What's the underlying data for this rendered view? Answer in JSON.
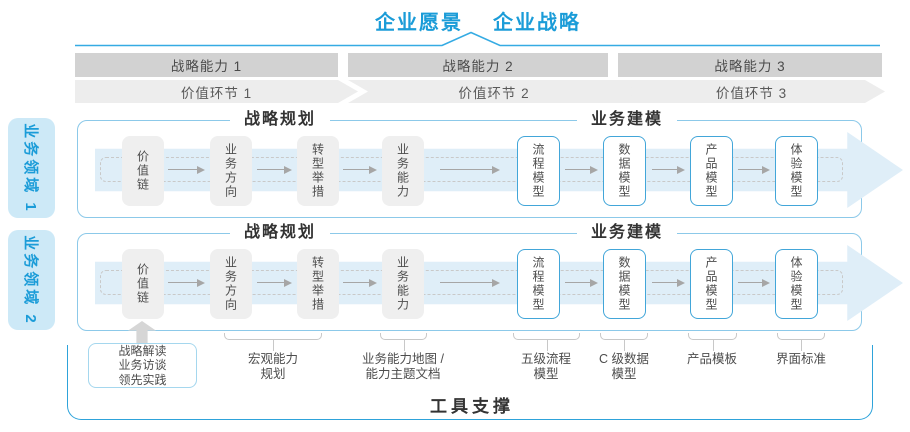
{
  "colors": {
    "accent_blue": "#1b9cd8",
    "lane_border_blue": "#8cc9e9",
    "tool_border_blue": "#2ea3da",
    "domain_label_fill": "#cde9f7",
    "big_arrow_fill": "#dfeef8",
    "capability_bar_gray": "#d2d2d2",
    "value_band_gray": "#ededed",
    "box_gray": "#efefef",
    "blue_box_border": "#42a6d9",
    "text_dark": "#333333",
    "text_gray": "#4d4d4d"
  },
  "header": {
    "vision": "企业愿景",
    "strategy": "企业战略"
  },
  "capability_bars": [
    "战略能力 1",
    "战略能力 2",
    "战略能力 3"
  ],
  "value_links": [
    "价值环节 1",
    "价值环节 2",
    "价值环节 3"
  ],
  "domains": [
    {
      "label": "业务领域 1",
      "planning_title": "战略规划",
      "modeling_title": "业务建模",
      "planning_boxes": [
        "价值链",
        "业务方向",
        "转型举措",
        "业务能力"
      ],
      "modeling_boxes": [
        "流程模型",
        "数据模型",
        "产品模型",
        "体验模型"
      ]
    },
    {
      "label": "业务领域 2",
      "planning_title": "战略规划",
      "modeling_title": "业务建模",
      "planning_boxes": [
        "价值链",
        "业务方向",
        "转型举措",
        "业务能力"
      ],
      "modeling_boxes": [
        "流程模型",
        "数据模型",
        "产品模型",
        "体验模型"
      ]
    }
  ],
  "practice_box": "战略解读\n业务访谈\n领先实践",
  "annotations": [
    "宏观能力\n规划",
    "业务能力地图 /\n能力主题文档",
    "五级流程\n模型",
    "C 级数据\n模型",
    "产品模板",
    "界面标准"
  ],
  "footer": "工具支撑"
}
